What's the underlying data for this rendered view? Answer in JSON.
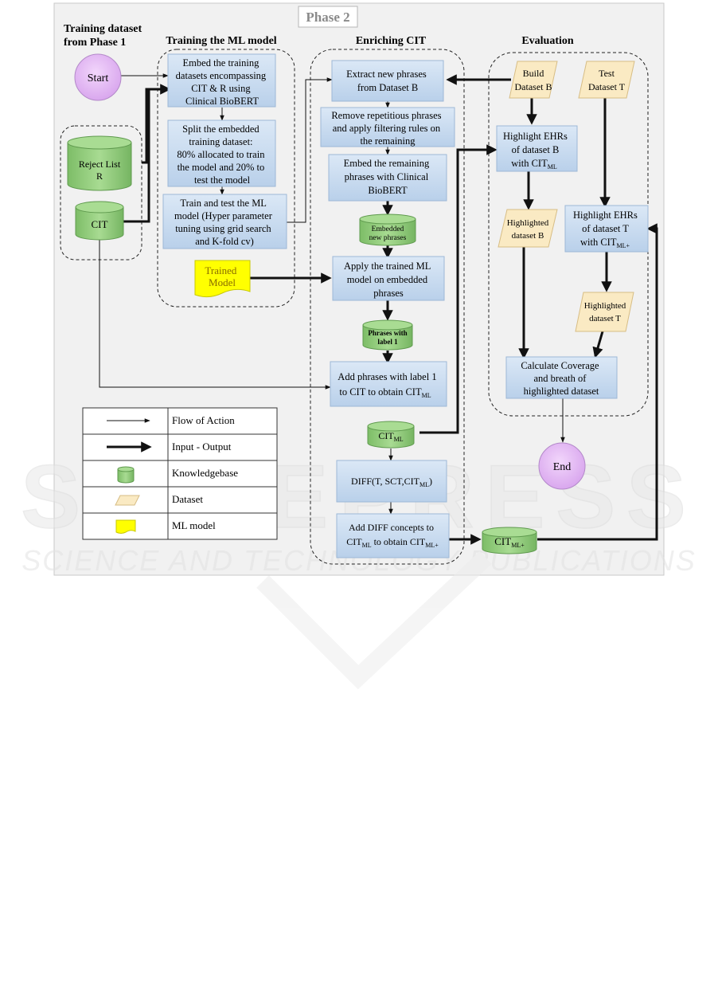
{
  "phase_title": "Phase 2",
  "columns": {
    "training_dataset": [
      "Training dataset",
      "from Phase 1"
    ],
    "training_ml": "Training the ML model",
    "enriching": "Enriching CIT",
    "evaluation": "Evaluation"
  },
  "nodes": {
    "start": "Start",
    "end": "End",
    "reject_list": [
      "Reject List",
      "R"
    ],
    "cit": "CIT",
    "embed_training": [
      "Embed the training",
      "datasets encompassing",
      "CIT & R using",
      "Clinical BioBERT"
    ],
    "split_dataset": [
      "Split the embedded",
      "training dataset:",
      "80% allocated to train",
      "the model and 20% to",
      "test the model"
    ],
    "train_test": [
      "Train and test the ML",
      "model (Hyper parameter",
      "tuning using grid search",
      "and K-fold cv)"
    ],
    "trained_model": [
      "Trained",
      "Model"
    ],
    "extract_phrases": [
      "Extract new phrases",
      "from Dataset B"
    ],
    "remove_repetitive": [
      "Remove repetitious phrases",
      "and apply filtering rules on",
      "the remaining"
    ],
    "embed_remaining": [
      "Embed the remaining",
      "phrases with Clinical",
      "BioBERT"
    ],
    "embedded_new": [
      "Embedded",
      "new phrases"
    ],
    "apply_trained": [
      "Apply the trained ML",
      "model on embedded",
      "phrases"
    ],
    "phrases_label1": [
      "Phrases with",
      "label 1"
    ],
    "add_phrases": [
      "Add phrases with label 1",
      "to CIT to obtain CIT",
      "ML"
    ],
    "cit_ml": [
      "CIT",
      "ML"
    ],
    "diff": [
      "DIFF(T, SCT,CIT",
      "ML",
      ")"
    ],
    "add_diff": [
      "Add DIFF concepts to",
      "CIT",
      "ML",
      " to obtain CIT",
      "ML+"
    ],
    "cit_ml_plus": [
      "CIT",
      "ML+"
    ],
    "build_dataset_b": [
      "Build",
      "Dataset B"
    ],
    "test_dataset_t": [
      "Test",
      "Dataset T"
    ],
    "highlight_b": [
      "Highlight EHRs",
      "of dataset B",
      "with CIT",
      "ML"
    ],
    "highlighted_b": [
      "Highlighted",
      "dataset B"
    ],
    "highlight_t": [
      "Highlight EHRs",
      "of dataset T",
      "with CIT",
      "ML+"
    ],
    "highlighted_t": [
      "Highlighted",
      "dataset T"
    ],
    "calculate": [
      "Calculate Coverage",
      "and breath of",
      "highlighted dataset"
    ]
  },
  "legend": [
    {
      "symbol": "thin-arrow",
      "label": "Flow of Action"
    },
    {
      "symbol": "thick-arrow",
      "label": "Input - Output"
    },
    {
      "symbol": "cylinder",
      "label": "Knowledgebase"
    },
    {
      "symbol": "parallelogram",
      "label": "Dataset"
    },
    {
      "symbol": "document",
      "label": "ML model"
    }
  ],
  "watermark": [
    "SCITEPRESS",
    "SCIENCE AND TECHNOLOGY PUBLICATIONS"
  ],
  "colors": {
    "panel_bg": "#f1f1f1",
    "process_fill": "#c5d9ef",
    "process_stroke": "#9db8d6",
    "knowledgebase_fill": "#8ec97a",
    "dataset_fill": "#faeac3",
    "ml_model_fill": "#ffff00",
    "terminal_fill": "#e3b7f2"
  }
}
